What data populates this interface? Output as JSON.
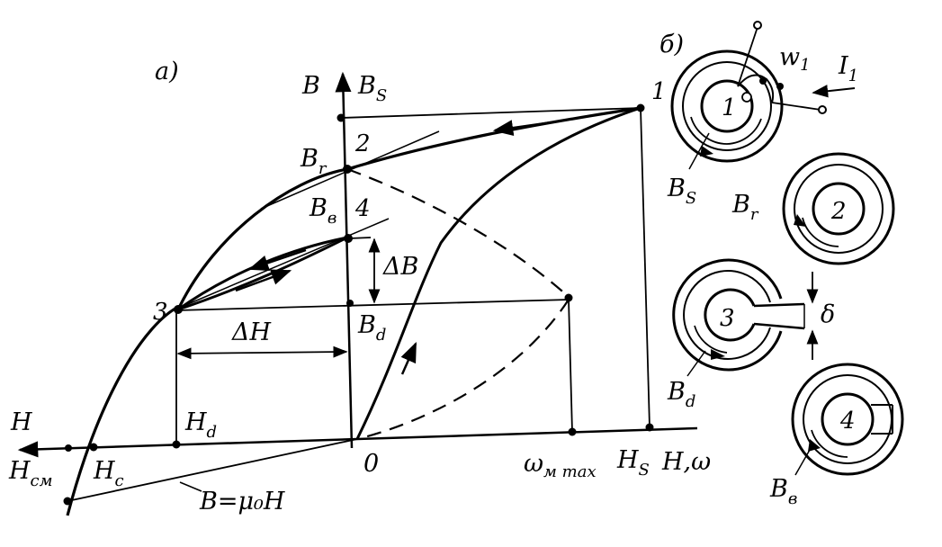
{
  "panel_a": {
    "tag": "а)",
    "axis_B": "B",
    "axis_H_left": "H",
    "axis_H_right": "H,ω",
    "Bs": {
      "main": "B",
      "sub": "S"
    },
    "Br": {
      "main": "B",
      "sub": "r"
    },
    "Bv": {
      "main": "B",
      "sub": "в"
    },
    "Bd": {
      "main": "B",
      "sub": "d"
    },
    "Hd": {
      "main": "H",
      "sub": "d"
    },
    "Hc": {
      "main": "H",
      "sub": "c"
    },
    "Hcm": {
      "main": "H",
      "sub": "см"
    },
    "Hs": {
      "main": "H",
      "sub": "S"
    },
    "wmax": {
      "main": "ω",
      "sub": "м max"
    },
    "origin": "0",
    "dH": "ΔH",
    "dB": "ΔB",
    "line_eq": "B=μ₀H",
    "points": [
      "1",
      "2",
      "3",
      "4"
    ]
  },
  "panel_b": {
    "tag": "б)",
    "rings": [
      {
        "num": "1",
        "label": {
          "main": "B",
          "sub": "S"
        }
      },
      {
        "num": "2",
        "label": {
          "main": "B",
          "sub": "r"
        }
      },
      {
        "num": "3",
        "label": {
          "main": "B",
          "sub": "d"
        }
      },
      {
        "num": "4",
        "label": {
          "main": "B",
          "sub": "в"
        }
      }
    ],
    "winding": {
      "main": "w",
      "sub": "1"
    },
    "current": {
      "main": "I",
      "sub": "1"
    },
    "gap": "δ"
  }
}
